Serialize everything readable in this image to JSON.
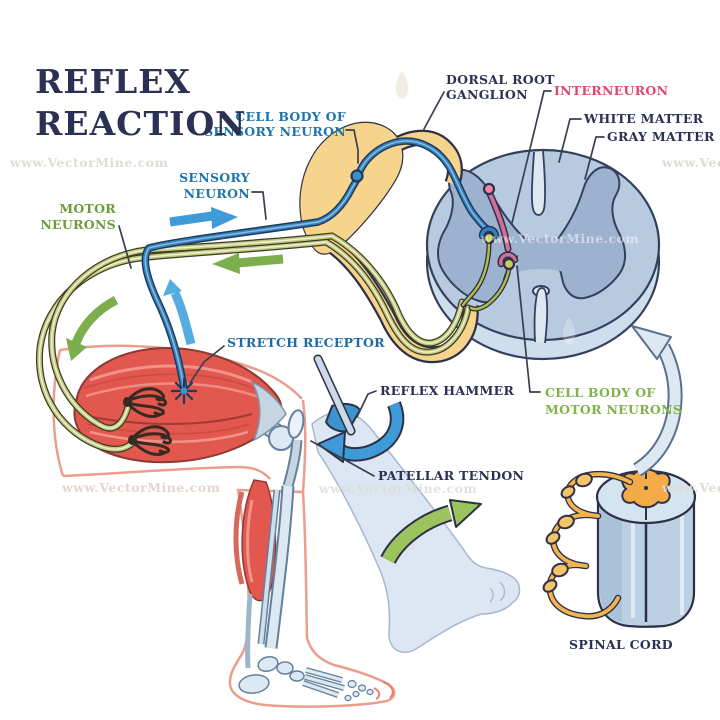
{
  "title": {
    "line1": "REFLEX",
    "line2": "REACTION",
    "color": "#2b3154"
  },
  "labels": {
    "cell_body_sensory": {
      "line1": "CELL BODY OF",
      "line2": "SENSORY NEURON",
      "color": "#1e75ad"
    },
    "dorsal_root_ganglion": {
      "line1": "DORSAL ROOT",
      "line2": "GANGLION",
      "color": "#2b3154"
    },
    "interneuron": {
      "text": "INTERNEURON",
      "color": "#e0476f"
    },
    "white_matter": {
      "text": "WHITE MATTER",
      "color": "#2b3154"
    },
    "gray_matter": {
      "text": "GRAY MATTER",
      "color": "#2b3154"
    },
    "sensory_neuron": {
      "line1": "SENSORY",
      "line2": "NEURON",
      "color": "#1e75ad"
    },
    "motor_neurons": {
      "line1": "MOTOR",
      "line2": "NEURONS",
      "color": "#6d9c3d"
    },
    "stretch_receptor": {
      "text": "STRETCH RECEPTOR",
      "color": "#1e6aa5"
    },
    "reflex_hammer": {
      "text": "REFLEX HAMMER",
      "color": "#2b3154"
    },
    "patellar_tendon": {
      "text": "PATELLAR TENDON",
      "color": "#2b3154"
    },
    "cell_body_motor": {
      "line1": "CELL BODY OF",
      "line2": "MOTOR NEURONS",
      "color": "#7fb34a"
    },
    "spinal_cord": {
      "text": "SPINAL CORD",
      "color": "#2b3154"
    }
  },
  "watermark": {
    "text": "www.VectorMine.com"
  },
  "palette": {
    "nerve_band_yellow": "#f6d48c",
    "sensory_blue": "#3581bd",
    "motor_olive": "#c3c97c",
    "interneuron_pink": "#d06f98",
    "cord_face_blue": "#b7cadf",
    "gray_matter_blue": "#9db2cf",
    "muscle_red": "#e2574e",
    "skin_pink": "#ec9e8e",
    "bone_blue": "#dce8f2",
    "arrow_blue": "#3f9ad8",
    "arrow_green": "#7cae4e",
    "kick_arrow_green": "#9cc45e",
    "small_cord_roots_orange": "#f2b44f",
    "outline_dark": "#2e3048"
  }
}
